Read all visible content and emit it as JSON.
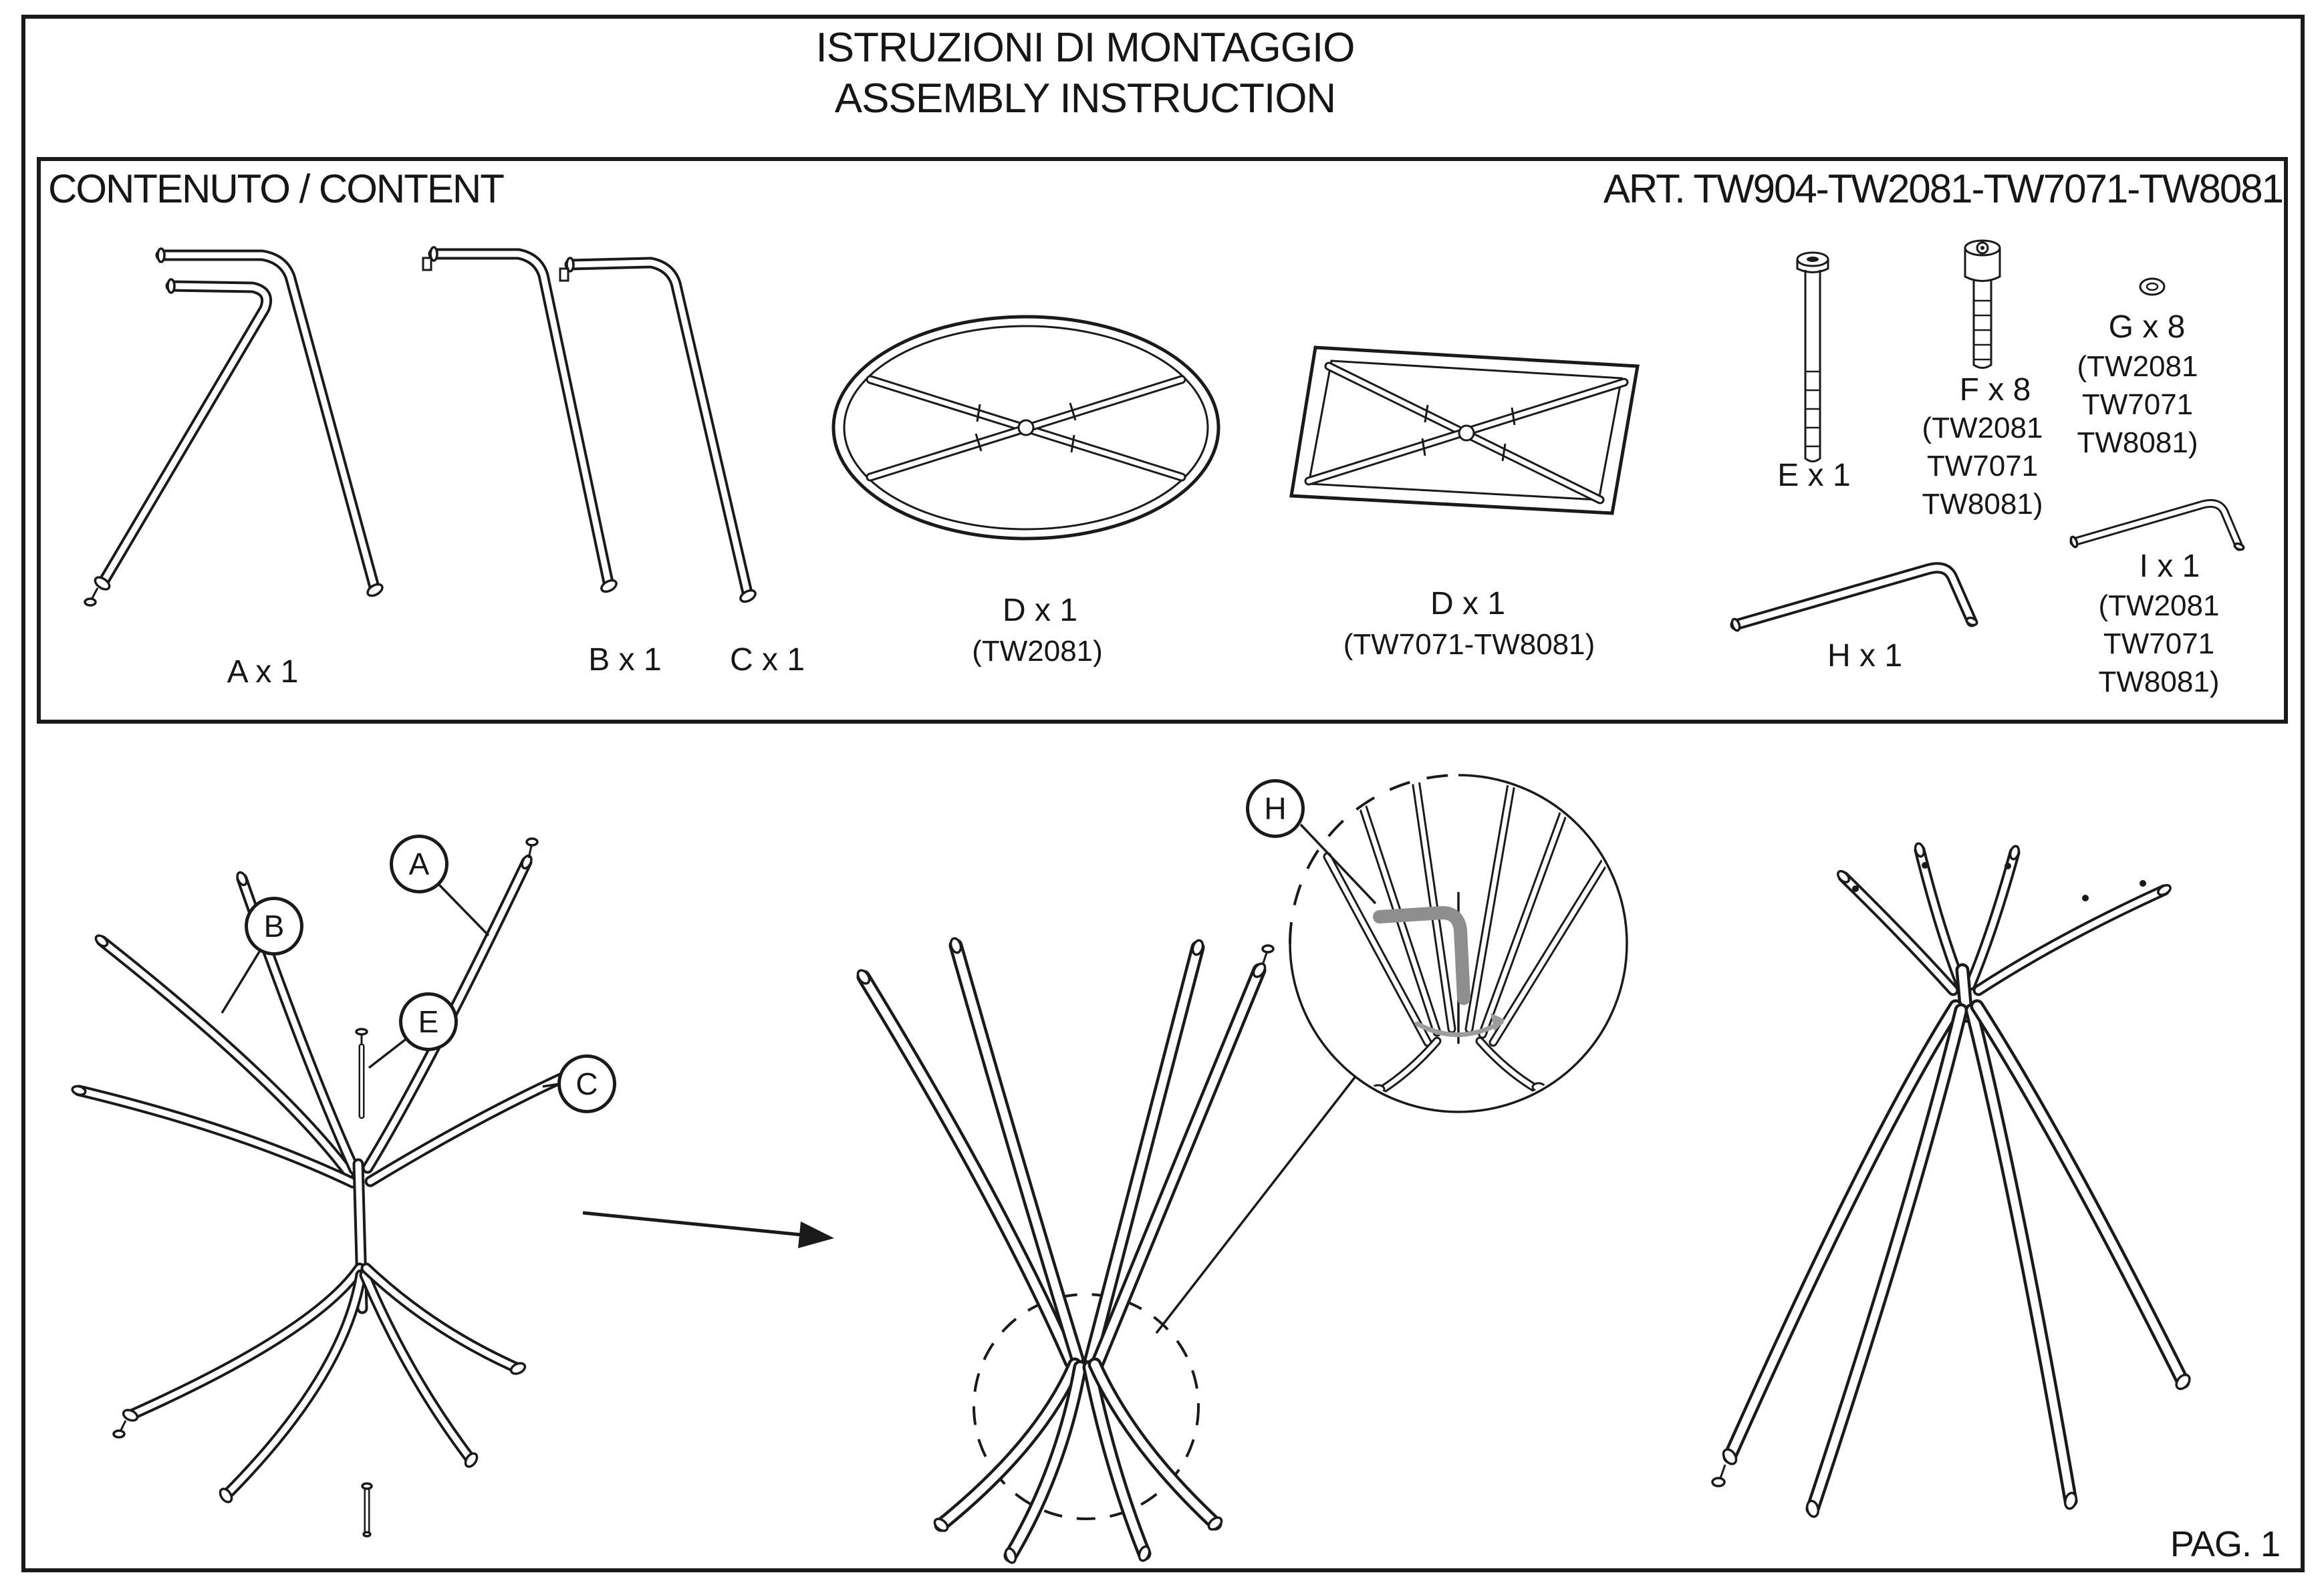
{
  "title": {
    "line1": "ISTRUZIONI DI MONTAGGIO",
    "line2": "ASSEMBLY INSTRUCTION"
  },
  "header": {
    "content_label": "CONTENUTO / CONTENT",
    "article": "ART. TW904-TW2081-TW7071-TW8081"
  },
  "parts": {
    "a": {
      "label": "A x 1"
    },
    "b": {
      "label": "B x 1"
    },
    "c": {
      "label": "C x 1"
    },
    "d_round": {
      "label": "D x 1",
      "variant": "(TW2081)"
    },
    "d_rect": {
      "label": "D x 1",
      "variant": "(TW7071-TW8081)"
    },
    "e": {
      "label": "E x 1"
    },
    "f": {
      "label": "F x 8",
      "variant": "(TW2081\nTW7071\nTW8081)"
    },
    "g": {
      "label": "G x 8",
      "variant": "(TW2081\nTW7071\nTW8081)"
    },
    "h": {
      "label": "H x 1"
    },
    "i": {
      "label": "I x 1",
      "variant": "(TW2081\nTW7071\nTW8081)"
    }
  },
  "callouts": {
    "a": "A",
    "b": "B",
    "c": "C",
    "e": "E",
    "h": "H"
  },
  "footer": {
    "page": "PAG. 1"
  },
  "colors": {
    "ink": "#1a1a1a",
    "tool_gray": "#8e8e8e"
  }
}
